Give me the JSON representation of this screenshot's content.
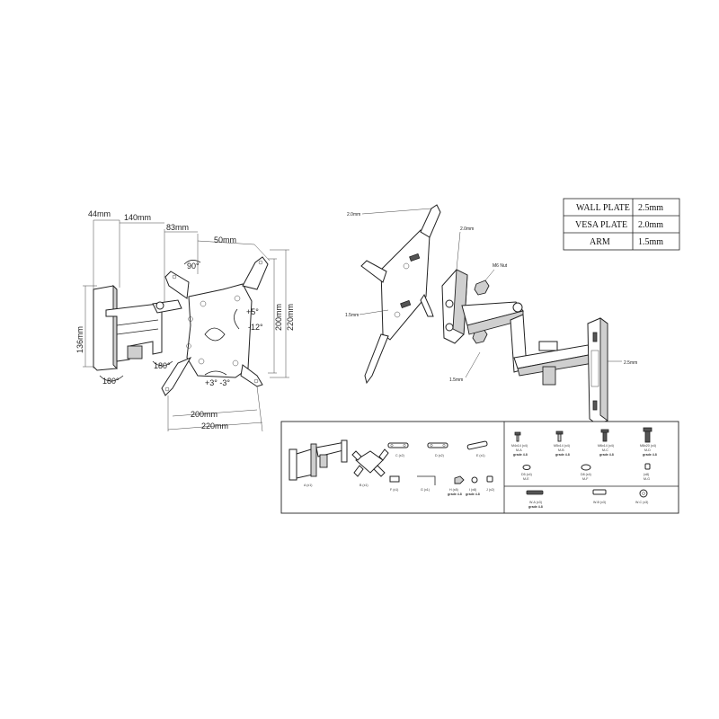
{
  "dimensions": {
    "d44": "44mm",
    "d140": "140mm",
    "d83": "83mm",
    "d50": "50mm",
    "d136": "136mm",
    "d200v": "200mm",
    "d220v": "220mm",
    "d200h": "200mm",
    "d220h": "220mm",
    "rot90": "90°",
    "tilt_up": "+5°",
    "tilt_down": "-12°",
    "swivel_a": "180°",
    "swivel_b": "180°",
    "level": "+3° -3°"
  },
  "exploded_labels": {
    "vesa_thickness": "2.0mm",
    "vesa_thickness_b": "1.5mm",
    "bracket_thickness": "2.0mm",
    "nut": "M6 Nut",
    "lower_thickness": "1.5mm",
    "wall_thickness": "2.5mm"
  },
  "spec_table": [
    {
      "part": "WALL PLATE",
      "value": "2.5mm"
    },
    {
      "part": "VESA PLATE",
      "value": "2.0mm"
    },
    {
      "part": "ARM",
      "value": "1.5mm"
    }
  ],
  "parts": {
    "A": "A (x1)",
    "B": "B (x1)",
    "C": "C (x2)",
    "D": "D (x2)",
    "E": "E (x1)",
    "F": "F (x1)",
    "G": "G (x1)",
    "H": "H (x8)",
    "H_grade": "grade 4.8",
    "I": "I (x8)",
    "I_grade": "grade 4.8",
    "J": "J (x2)"
  },
  "hardware": {
    "ma": {
      "size": "M4x14 (x4)",
      "code": "M-A",
      "grade": "grade 4.8"
    },
    "mb": {
      "size": "M5x14 (x4)",
      "code": "M-B",
      "grade": "grade 4.8"
    },
    "mc": {
      "size": "M6x14 (x4)",
      "code": "M-C",
      "grade": "grade 4.8"
    },
    "md": {
      "size": "M8x20 (x4)",
      "code": "M-D",
      "grade": "grade 4.8"
    },
    "me": {
      "size": "D5 (x4)",
      "code": "M-E"
    },
    "mf": {
      "size": "D8 (x4)",
      "code": "M-F"
    },
    "mg": {
      "size": "(x8)",
      "code": "M-G"
    },
    "wa": {
      "size": "W-A (x3)",
      "grade": "grade 4.8"
    },
    "wb": {
      "size": "W-B (x3)"
    },
    "wc": {
      "size": "W-C (x3)"
    }
  }
}
